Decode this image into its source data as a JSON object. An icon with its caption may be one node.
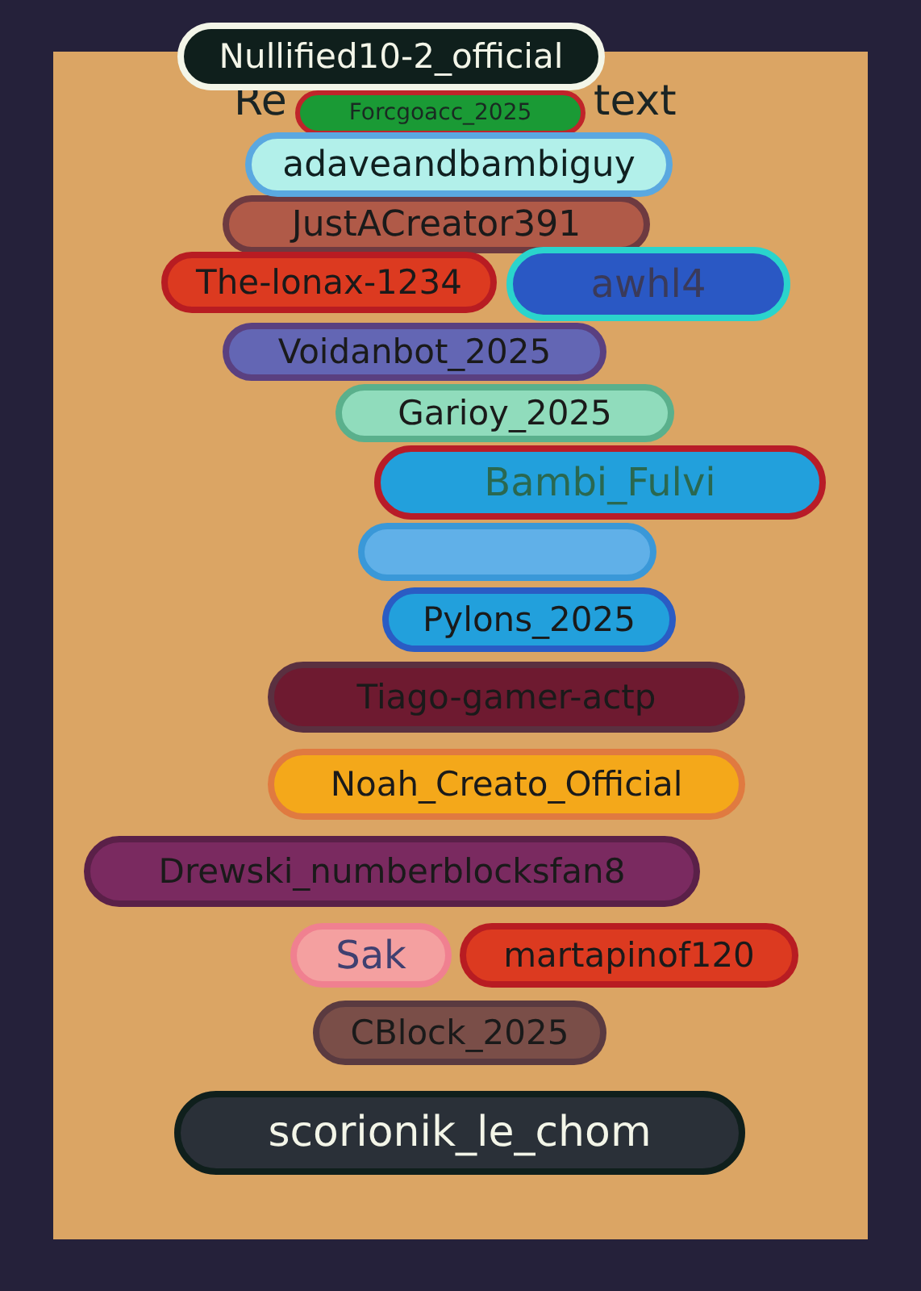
{
  "diagram": {
    "nodes": [
      {
        "text": [
          "Nullified10-2_official"
        ]
      },
      {
        "text": [
          "Forcgoacc_2025"
        ]
      },
      {
        "text": [
          "adaveandbambiguy"
        ]
      },
      {
        "text": [
          "JustACreator391"
        ]
      },
      {
        "text": [
          "The-lonax-1234"
        ]
      },
      {
        "text": [
          "awhl4"
        ]
      },
      {
        "text": [
          "Voidanbot_2025"
        ]
      },
      {
        "text": [
          "Garioy_2025"
        ]
      },
      {
        "text": [],
        "shape": "box"
      },
      {
        "text": [
          "Bambi_Fulvi"
        ]
      },
      {
        "text": [
          "Pylons_2025"
        ]
      },
      {
        "text": [
          "Tiago-gamer-actp"
        ]
      },
      {
        "text": [
          "Noah_Creato_Official"
        ]
      },
      {
        "text": [
          "Drewski_numberblocksfan8"
        ]
      },
      {
        "text": [
          "Sak"
        ]
      },
      {
        "text": [
          "martapinof120"
        ]
      },
      {
        "text": [
          "CBlock_2025"
        ]
      },
      {
        "text": [
          "scorionik_le_chom"
        ]
      }
    ],
    "labels": [
      "Re",
      "text"
    ]
  }
}
